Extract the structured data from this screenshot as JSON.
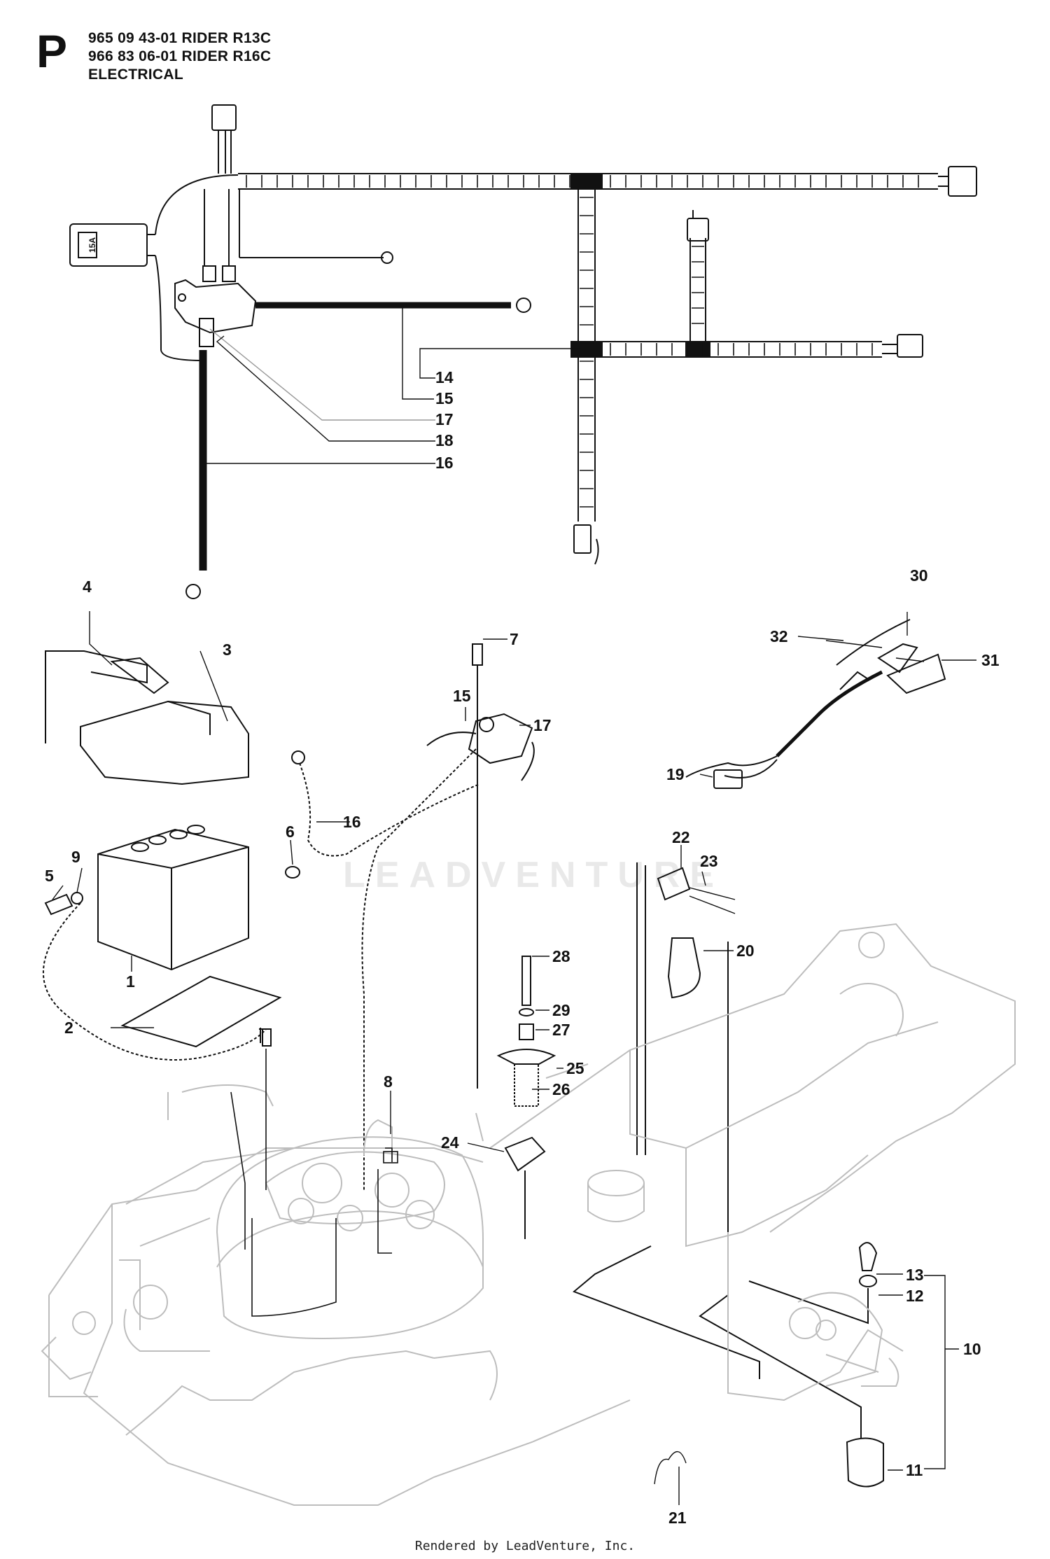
{
  "header": {
    "letter": "P",
    "lines": [
      "965 09 43-01 RIDER R13C",
      "966 83 06-01 RIDER R16C",
      "ELECTRICAL"
    ]
  },
  "watermark": "LEADVENTURE",
  "footer": "Rendered by LeadVenture, Inc.",
  "fuse_label": "15A",
  "callouts": {
    "c1": "1",
    "c2": "2",
    "c3": "3",
    "c4": "4",
    "c5": "5",
    "c6": "6",
    "c7": "7",
    "c8": "8",
    "c9": "9",
    "c10": "10",
    "c11": "11",
    "c12": "12",
    "c13": "13",
    "c14": "14",
    "c15": "15",
    "c15b": "15",
    "c16": "16",
    "c16b": "16",
    "c17": "17",
    "c17b": "17",
    "c18": "18",
    "c19": "19",
    "c20": "20",
    "c21": "21",
    "c22": "22",
    "c23": "23",
    "c24": "24",
    "c25": "25",
    "c26": "26",
    "c27": "27",
    "c28": "28",
    "c29": "29",
    "c30": "30",
    "c31": "31",
    "c32": "32"
  },
  "colors": {
    "line": "#111111",
    "frame": "#bdbdbd",
    "watermark": "#e9e9e9"
  }
}
